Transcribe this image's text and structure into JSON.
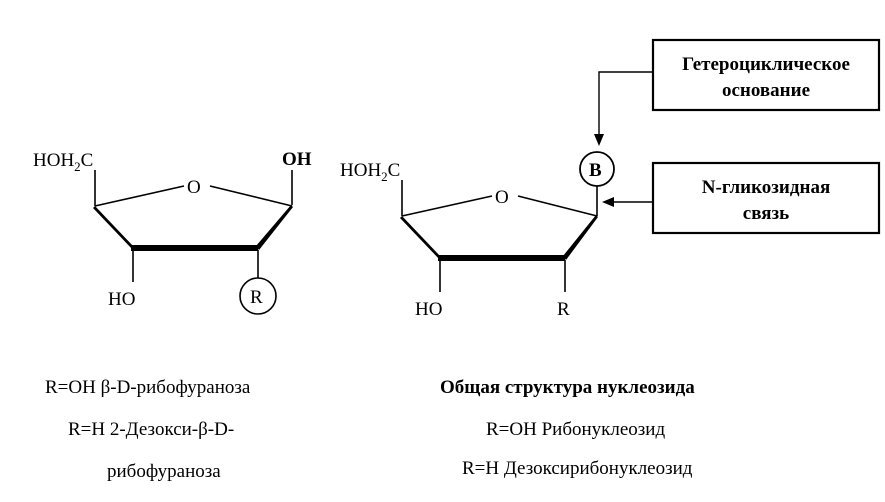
{
  "left_molecule": {
    "ch2_label_pre": "HOH",
    "ch2_label_sub": "2",
    "ch2_label_post": "C",
    "anomeric_oh": "OH",
    "ring_oxygen": "O",
    "c3_oh": "HO",
    "c2_substituent": "R"
  },
  "right_molecule": {
    "ch2_label_pre": "HOH",
    "ch2_label_sub": "2",
    "ch2_label_post": "C",
    "base_symbol": "B",
    "ring_oxygen": "O",
    "c3_oh": "HO",
    "c2_substituent": "R"
  },
  "callouts": {
    "heterocyclic_base_line1": "Гетероциклическое",
    "heterocyclic_base_line2": "основание",
    "glycosidic_bond_line1": "N-гликозидная",
    "glycosidic_bond_line2": "связь"
  },
  "captions": {
    "left_line1": "R=OH   β-D-рибофураноза",
    "left_line2": "R=H   2-Дезокси-β-D-",
    "left_line3": "рибофураноза",
    "right_title": "Общая структура нуклеозида",
    "right_line1": "R=OH   Рибонуклеозид",
    "right_line2": "R=H   Дезоксирибонуклеозид"
  }
}
